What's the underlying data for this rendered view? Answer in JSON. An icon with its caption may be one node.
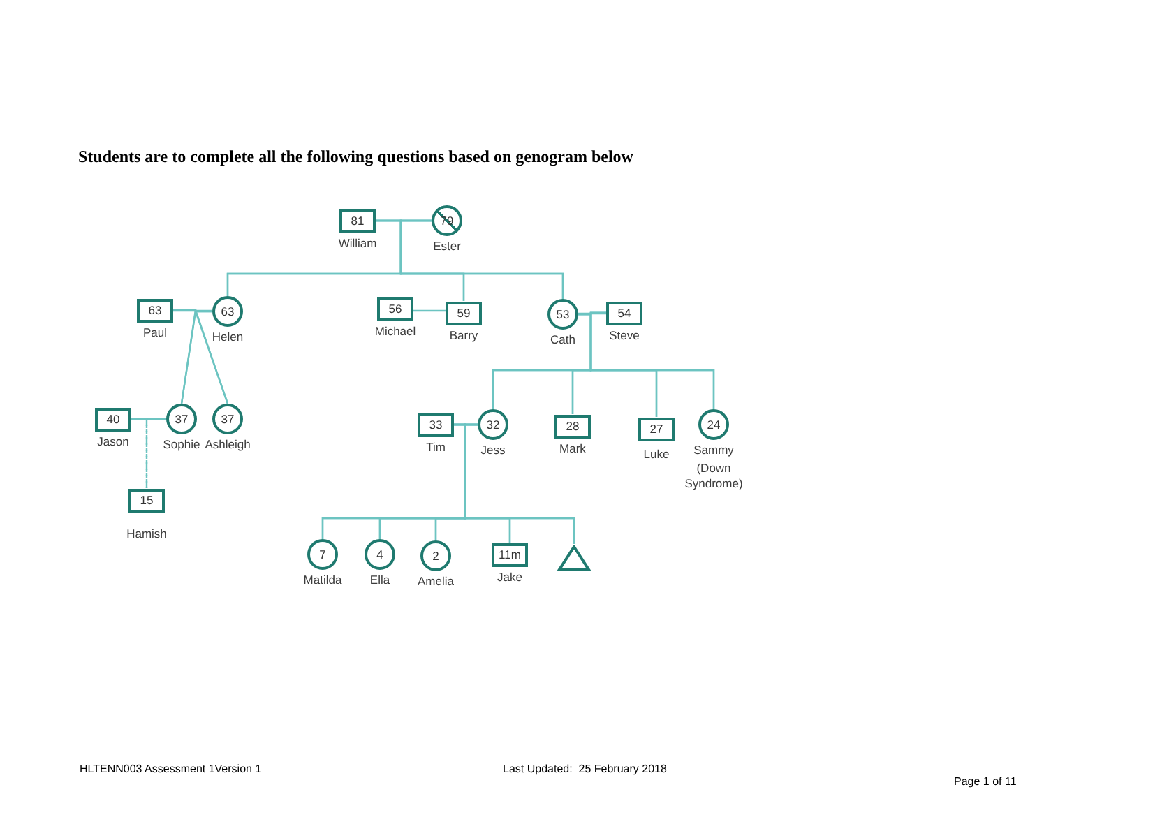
{
  "diagram": {
    "title": "Students are to complete all the following questions based on genogram below",
    "nodes": [
      {
        "text": [
          "81",
          "William"
        ]
      },
      {
        "text": [
          "79",
          "Ester"
        ]
      },
      {
        "text": [
          "63",
          "Paul"
        ]
      },
      {
        "text": [
          "63",
          "Helen"
        ]
      },
      {
        "text": [
          "56",
          "Michael"
        ]
      },
      {
        "text": [
          "59",
          "Barry"
        ]
      },
      {
        "text": [
          "53",
          "Cath"
        ]
      },
      {
        "text": [
          "54",
          "Steve"
        ]
      },
      {
        "text": [
          "40",
          "Jason"
        ]
      },
      {
        "text": [
          "37",
          "Sophie"
        ]
      },
      {
        "text": [
          "37",
          "Ashleigh"
        ]
      },
      {
        "text": [
          "33",
          "Tim"
        ]
      },
      {
        "text": [
          "32",
          "Jess"
        ]
      },
      {
        "text": [
          "28",
          "Mark"
        ]
      },
      {
        "text": [
          "27",
          "Luke"
        ]
      },
      {
        "text": [
          "24",
          "Sammy"
        ],
        "beside": [
          "(Down Syndrome)"
        ]
      },
      {
        "text": [
          "15",
          "Hamish"
        ]
      },
      {
        "text": [
          "7",
          "Matilda"
        ]
      },
      {
        "text": [
          "4",
          "Ella"
        ]
      },
      {
        "text": [
          "2",
          "Amelia"
        ]
      },
      {
        "text": [
          "11m",
          "Jake"
        ]
      },
      {
        "text": [],
        "shape": "triangle"
      }
    ],
    "edges": [
      {
        "from": 0,
        "to": 1,
        "arrow": "none"
      },
      {
        "from": 0,
        "to": 3,
        "arrow": "none"
      },
      {
        "from": 1,
        "to": 3,
        "arrow": "none"
      },
      {
        "from": 0,
        "to": 5,
        "arrow": "none"
      },
      {
        "from": 1,
        "to": 5,
        "arrow": "none"
      },
      {
        "from": 0,
        "to": 6,
        "arrow": "none"
      },
      {
        "from": 1,
        "to": 6,
        "arrow": "none"
      },
      {
        "from": 2,
        "to": 3,
        "arrow": "none"
      },
      {
        "from": 2,
        "to": 9,
        "arrow": "none"
      },
      {
        "from": 3,
        "to": 9,
        "arrow": "none"
      },
      {
        "from": 2,
        "to": 10,
        "arrow": "none"
      },
      {
        "from": 3,
        "to": 10,
        "arrow": "none"
      },
      {
        "from": 4,
        "to": 5,
        "arrow": "none"
      },
      {
        "from": 6,
        "to": 7,
        "arrow": "none"
      },
      {
        "from": 6,
        "to": 12,
        "arrow": "none"
      },
      {
        "from": 7,
        "to": 12,
        "arrow": "none"
      },
      {
        "from": 6,
        "to": 13,
        "arrow": "none"
      },
      {
        "from": 7,
        "to": 13,
        "arrow": "none"
      },
      {
        "from": 6,
        "to": 14,
        "arrow": "none"
      },
      {
        "from": 7,
        "to": 14,
        "arrow": "none"
      },
      {
        "from": 6,
        "to": 15,
        "arrow": "none"
      },
      {
        "from": 7,
        "to": 15,
        "arrow": "none"
      },
      {
        "from": 8,
        "to": 9,
        "arrow": "none"
      },
      {
        "from": 8,
        "to": 16,
        "arrow": "none",
        "style": "dashed"
      },
      {
        "from": 9,
        "to": 16,
        "arrow": "none",
        "style": "dashed"
      },
      {
        "from": 11,
        "to": 12,
        "arrow": "none"
      },
      {
        "from": 11,
        "to": 17,
        "arrow": "none"
      },
      {
        "from": 12,
        "to": 17,
        "arrow": "none"
      },
      {
        "from": 11,
        "to": 18,
        "arrow": "none"
      },
      {
        "from": 12,
        "to": 18,
        "arrow": "none"
      },
      {
        "from": 11,
        "to": 19,
        "arrow": "none"
      },
      {
        "from": 12,
        "to": 19,
        "arrow": "none"
      },
      {
        "from": 11,
        "to": 20,
        "arrow": "none"
      },
      {
        "from": 12,
        "to": 20,
        "arrow": "none"
      },
      {
        "from": 11,
        "to": 21,
        "arrow": "none"
      },
      {
        "from": 12,
        "to": 21,
        "arrow": "none"
      }
    ],
    "labels": [
      "HLTENN003 Assessment 1Version 1",
      "Last Updated:  25 February 2018",
      "Page 1 of 11"
    ]
  }
}
